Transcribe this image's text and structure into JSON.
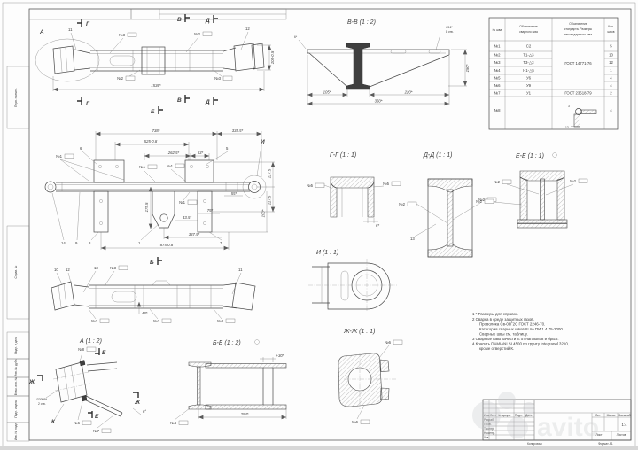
{
  "fr": {
    "kopiroval": "Копировал",
    "format": "Формат А1",
    "m1": "Перв. примен.",
    "m2": "Справ. №",
    "m3": "Подп. и дата",
    "m4": "Инв. № дубл.",
    "m5": "Взам. инв. №",
    "m6": "Подп. и дата",
    "m7": "Инв. № подл."
  },
  "wm": {
    "text": "avito"
  },
  "tv": {
    "a": "А",
    "n11": "11",
    "n12": "12",
    "g": "Г",
    "v": "В",
    "d": "Д",
    "b": "Б",
    "w2": "№2",
    "w3": "№3",
    "len": "1536*",
    "h": "108-0.5"
  },
  "pv": {
    "d1": "738*",
    "d2": "334.5*",
    "d3": "525-0.8",
    "d4": "262.5*",
    "d5": "63*",
    "d6": "175.5",
    "d7": "43.5*",
    "d8": "75*",
    "d9": "337.5*",
    "d10": "875-0.8",
    "d11": "117.5",
    "d12": "117.5",
    "d13": "100*",
    "d14": "55*",
    "l6": "6",
    "l5": "5",
    "li": "И",
    "l14": "14",
    "l9": "9",
    "l8": "8",
    "l1": "1",
    "l7": "7",
    "w1": "№1"
  },
  "bv": {
    "l10": "10",
    "l12": "12",
    "l13": "13",
    "l11": "11",
    "b": "Б",
    "w3": "№3",
    "d48": "48*"
  },
  "va": {
    "t": "А (1 : 2)",
    "e": "Е",
    "zh": "Ж",
    "k": "К",
    "w8": "№8",
    "w6": "№6",
    "w7": "№7",
    "hole": "∅30H9*",
    "hole2": "2 отв.",
    "ang": "6°"
  },
  "bb": {
    "t": "Б-Б (1 : 2)",
    "d30": "+30*",
    "d254": "254*",
    "w4": "№4"
  },
  "vv": {
    "t": "В-В (1 : 2)",
    "d6": "6*",
    "dh": "∅12*",
    "dh2": "8 отв.",
    "d105": "105*",
    "d220": "220*",
    "d360": "360*",
    "d150": "150*"
  },
  "gg": {
    "t": "Г-Г (1 : 1)",
    "w5": "№5",
    "d6": "6*"
  },
  "dd": {
    "t": "Д-Д (1 : 1)",
    "w2": "№2",
    "l13": "13"
  },
  "ee": {
    "t": "Е-Е (1 : 1)",
    "w2": "№2"
  },
  "vi": {
    "t": "И (1 : 1)"
  },
  "jj": {
    "t": "Ж-Ж (1 : 1)",
    "w6": "№6"
  },
  "tbl": {
    "h1": "№ шва",
    "h2a": "Обозначение",
    "h2b": "сварного шва",
    "h3a": "Обозначение",
    "h3b": "стандарта. Размеры",
    "h3c": "нестандартного шва",
    "h4a": "Кол.",
    "h4b": "швов",
    "rows": [
      {
        "n": "№1",
        "s": "С2",
        "q": "5"
      },
      {
        "n": "№2",
        "s": "Т1-△3",
        "q": "10"
      },
      {
        "n": "№3",
        "s": "Т3-△3",
        "q": "12"
      },
      {
        "n": "№4",
        "s": "Н1-△5",
        "q": "1"
      },
      {
        "n": "№5",
        "s": "У6",
        "q": "4"
      },
      {
        "n": "№6",
        "s": "У9",
        "q": "4"
      },
      {
        "n": "№7",
        "s": "У1",
        "q": "2"
      },
      {
        "n": "№8",
        "s": "",
        "q": "4"
      }
    ],
    "std16": "ГОСТ 14771-76",
    "std7": "ГОСТ 23518-79",
    "sk3": "3",
    "sk12": "12"
  },
  "notes": [
    "1  * Размеры для справок.",
    "2  Сварка в среде защитных газов.",
    "Проволока Св-08Г2С ГОСТ 2246-70.",
    "Категория сварных швов III по ПИ 1.4.75-2000.",
    "Сварные швы см. таблицу.",
    "3  Сварные швы зачистить от наплывов и брызг.",
    "4  Красить DAMIANI SL4500 по грунту Integranol 3210,",
    "кроме отверстий К."
  ],
  "ts": {
    "izm": "Изм.",
    "list": "Лист",
    "doc": "№ докум.",
    "podp": "Подп.",
    "date": "Дата",
    "razrab": "Разраб.",
    "prov": "Пров.",
    "tk": "Т.контр.",
    "nk": "Н.контр.",
    "utv": "Утв.",
    "lit": "Лит.",
    "mass": "Масса",
    "scale_lbl": "Масштаб",
    "scale": "1:4",
    "sheet": "Лист",
    "sheets": "Листов"
  }
}
